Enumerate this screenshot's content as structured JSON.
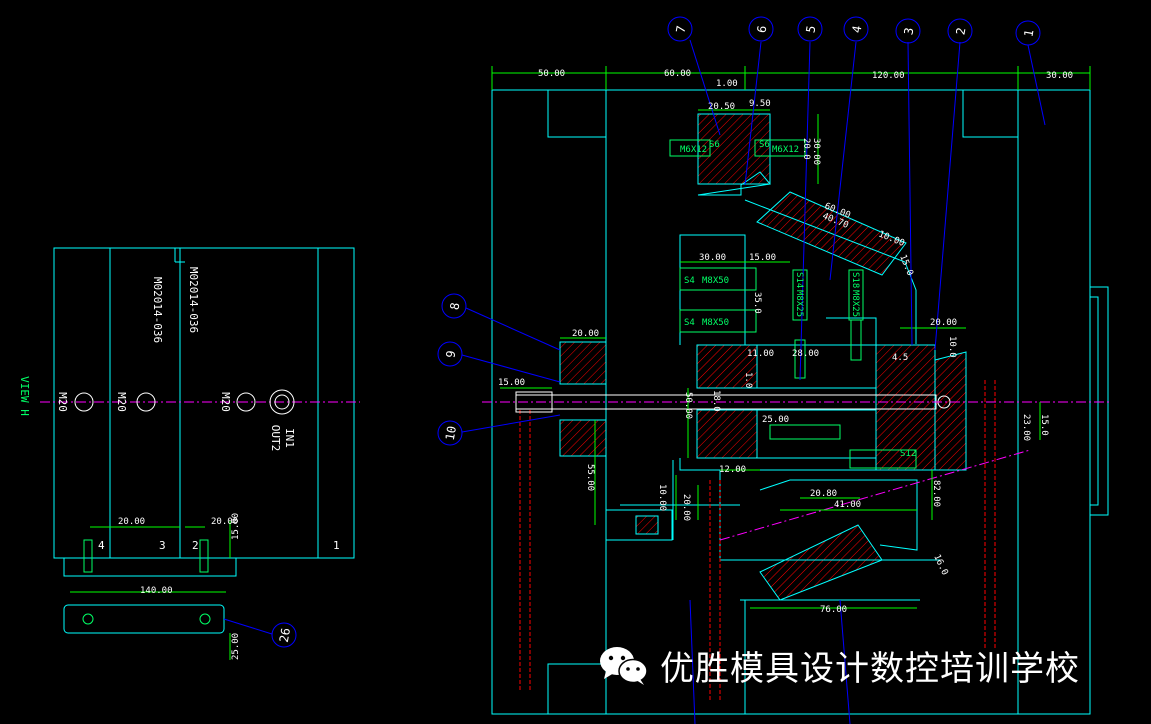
{
  "side_view": {
    "title": "VIEW H",
    "part_numbers": [
      "M02014-036",
      "M02014-036"
    ],
    "thread_labels": [
      "M20",
      "M20",
      "M20"
    ],
    "io_labels": [
      "IN1",
      "OUT2"
    ],
    "slot_numbers": [
      "4",
      "3",
      "2",
      "1"
    ],
    "dims": [
      "20.00",
      "20.00",
      "15.00",
      "140.00",
      "25.00"
    ],
    "balloon": "26"
  },
  "main_view": {
    "balloons": [
      "7",
      "6",
      "5",
      "4",
      "3",
      "2",
      "1",
      "8",
      "9",
      "10"
    ],
    "top_dims": [
      "50.00",
      "60.00",
      "120.00",
      "30.00",
      "1.00",
      "20.50",
      "9.50"
    ],
    "dims": [
      "30.00",
      "20.0",
      "60.00",
      "40.70",
      "10.00",
      "15.0",
      "30.00",
      "15.00",
      "35.0",
      "20.00",
      "20.00",
      "11.00",
      "28.00",
      "4.5",
      "10.0",
      "15.00",
      "50.00",
      "1.0",
      "18.0",
      "25.00",
      "23.00",
      "15.0",
      "55.00",
      "12.00",
      "10.00",
      "20.00",
      "20.80",
      "41.00",
      "82.00",
      "16.0",
      "76.00"
    ],
    "screw_labels": [
      "M6X12",
      "M6X12",
      "M8X50",
      "M8X50",
      "M8X25",
      "M8X25"
    ],
    "part_labels": [
      "S6",
      "S6",
      "S4",
      "S4",
      "S14",
      "S18",
      "S12"
    ]
  },
  "watermark": {
    "text": "优胜模具设计数控培训学校",
    "icon": "wechat-icon"
  },
  "colors": {
    "background": "#000000",
    "outline": "#00ffff",
    "dimension": "#00ff00",
    "leader": "#0000ff",
    "hatch": "#ff0000",
    "center": "#ff00ff"
  }
}
